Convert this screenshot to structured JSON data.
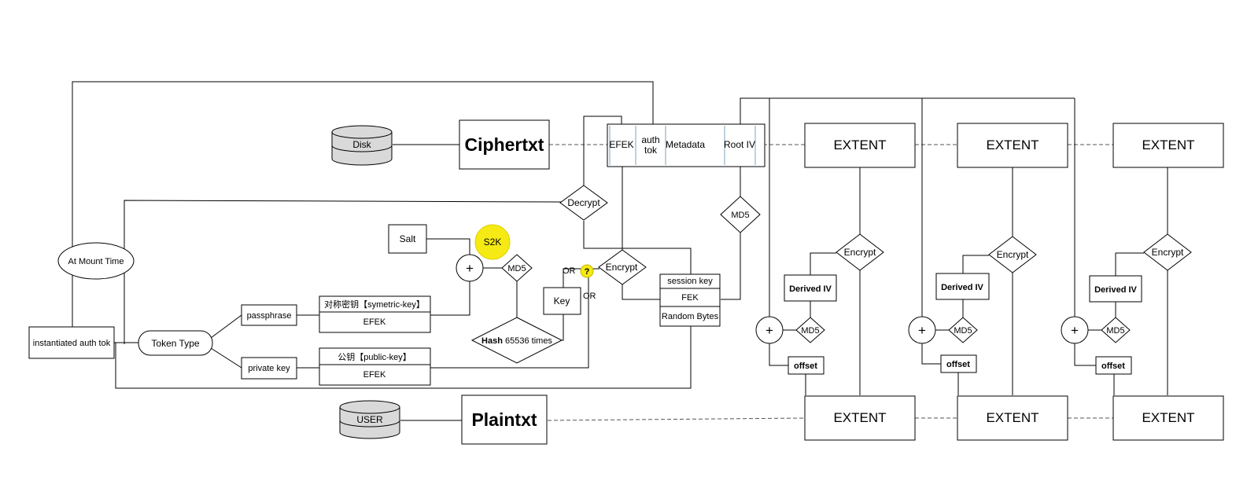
{
  "nodes": {
    "disk": "Disk",
    "user": "USER",
    "ciphertext": "Ciphertxt",
    "plaintext": "Plaintxt",
    "header_efek": "EFEK",
    "header_auth_tok": [
      "auth",
      "tok"
    ],
    "header_metadata": "Metadata",
    "header_root_iv": "Root IV",
    "extent": "EXTENT",
    "decrypt": "Decrypt",
    "encrypt": "Encrypt",
    "md5": "MD5",
    "salt": "Salt",
    "s2k": "S2K",
    "plus": "+",
    "hash_bold": "Hash",
    "hash_rest": " 65536 times",
    "key": "Key",
    "or": "OR",
    "question": "?",
    "session_key": "session key",
    "fek": "FEK",
    "random_bytes": "Random Bytes",
    "at_mount_time": "At Mount Time",
    "instantiated_auth_tok": "instantiated auth tok",
    "token_type": "Token Type",
    "passphrase": "passphrase",
    "private_key": "private key",
    "symmetric_key": "对称密钥【symetric-key】",
    "public_key": "公钥【public-key】",
    "efek": "EFEK",
    "derived_iv": "Derived IV",
    "offset": "offset"
  },
  "colors": {
    "s2k_fill": "#f5ea14",
    "cylinder_fill": "#d9d9d9",
    "stroke": "#000000"
  }
}
